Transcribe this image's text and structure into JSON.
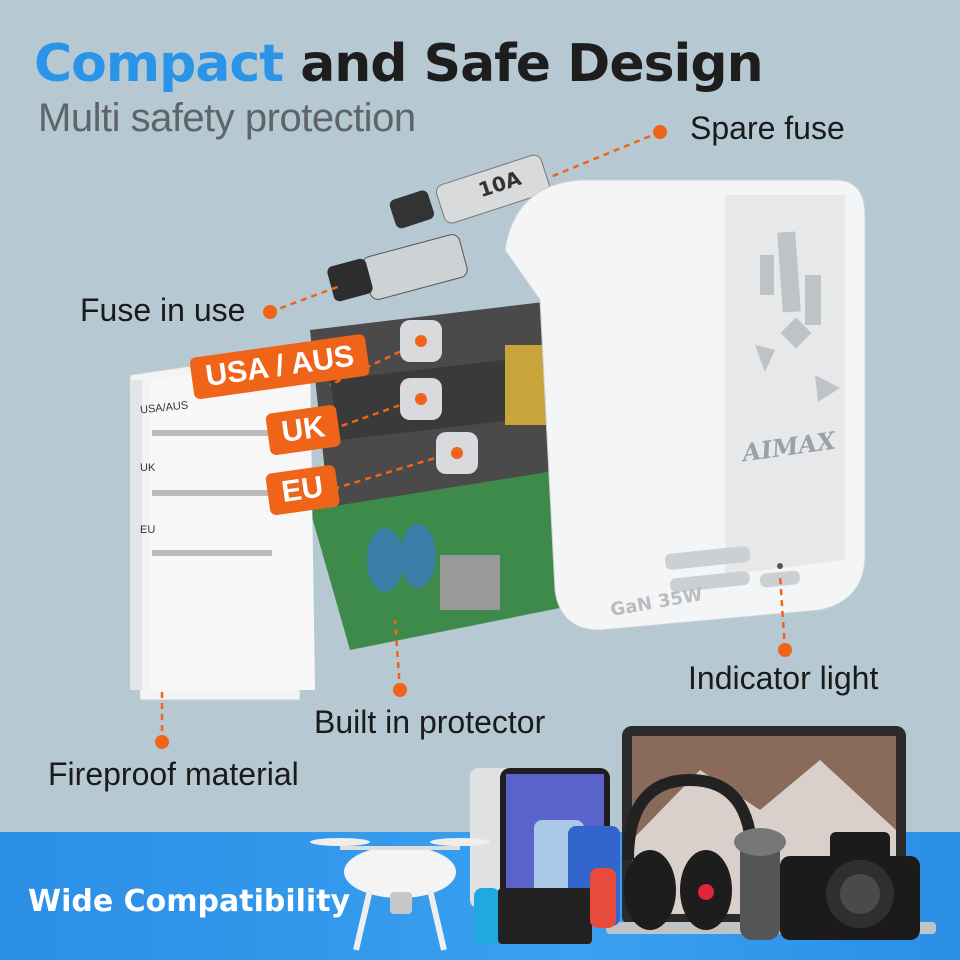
{
  "header": {
    "title_part1": "Compact",
    "title_part2": "and Safe Design",
    "subtitle": "Multi safety protection"
  },
  "callouts": {
    "spare_fuse": "Spare fuse",
    "fuse_in_use": "Fuse in use",
    "indicator_light": "Indicator light",
    "built_in_protector": "Built in protector",
    "fireproof_material": "Fireproof material"
  },
  "plug_tags": {
    "usa_aus": "USA / AUS",
    "uk": "UK",
    "eu": "EU"
  },
  "product": {
    "brand": "AIMAX",
    "charger_label": "GaN 35W",
    "fuse_rating": "10A",
    "side_labels": [
      "USA/AUS",
      "UK",
      "EU"
    ]
  },
  "footer": {
    "banner_text": "Wide Compatibility"
  },
  "colors": {
    "accent_blue": "#2a95e8",
    "accent_orange": "#f0641a",
    "background": "#b6c9d3"
  }
}
